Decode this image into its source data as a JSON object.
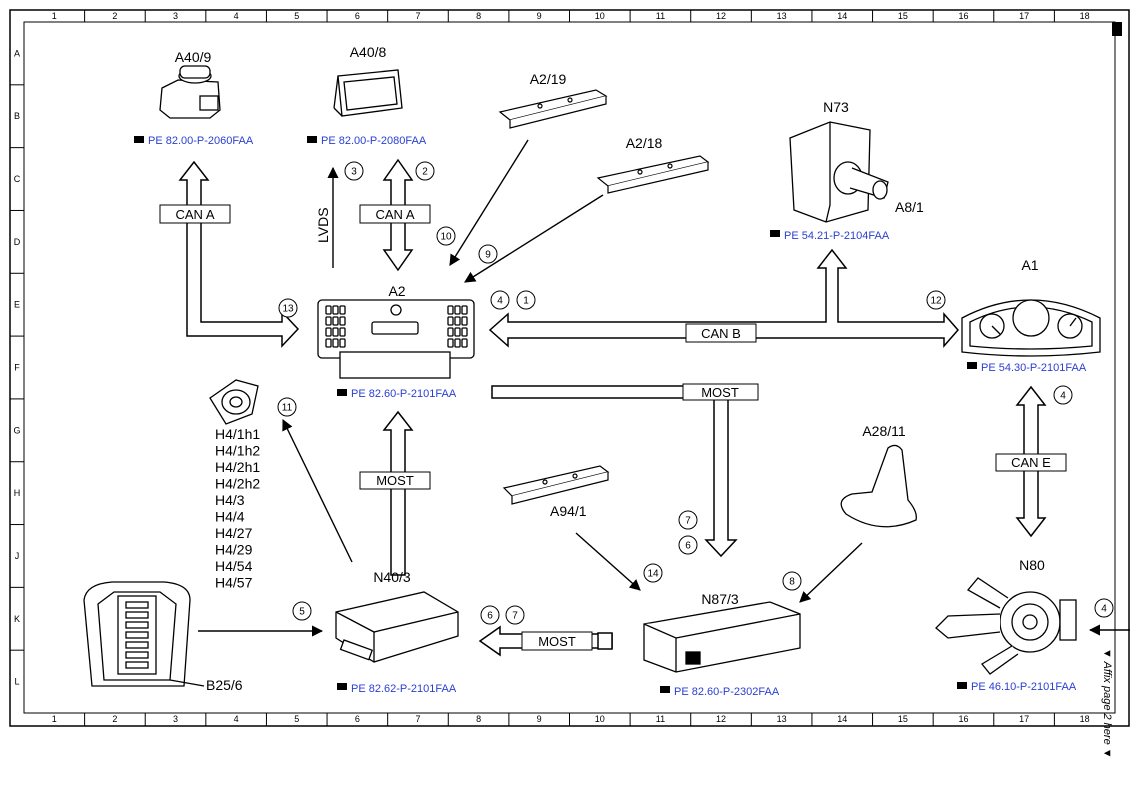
{
  "grid": {
    "cols": [
      "1",
      "2",
      "3",
      "4",
      "5",
      "6",
      "7",
      "8",
      "9",
      "10",
      "11",
      "12",
      "13",
      "14",
      "15",
      "16",
      "17",
      "18"
    ],
    "rows": [
      "A",
      "B",
      "C",
      "D",
      "E",
      "F",
      "G",
      "H",
      "J",
      "K",
      "L"
    ]
  },
  "components": {
    "a40_9": {
      "label": "A40/9",
      "ref": "PE 82.00-P-2060FAA"
    },
    "a40_8": {
      "label": "A40/8",
      "ref": "PE 82.00-P-2080FAA"
    },
    "a2_19": {
      "label": "A2/19"
    },
    "a2_18": {
      "label": "A2/18"
    },
    "n73": {
      "label": "N73",
      "sub": "A8/1",
      "ref": "PE 54.21-P-2104FAA"
    },
    "a2": {
      "label": "A2",
      "ref": "PE 82.60-P-2101FAA"
    },
    "a1": {
      "label": "A1",
      "ref": "PE 54.30-P-2101FAA"
    },
    "h4": {
      "labels": [
        "H4/1h1",
        "H4/1h2",
        "H4/2h1",
        "H4/2h2",
        "H4/3",
        "H4/4",
        "H4/27",
        "H4/29",
        "H4/54",
        "H4/57"
      ]
    },
    "a28_11": {
      "label": "A28/11"
    },
    "a94_1": {
      "label": "A94/1"
    },
    "n40_3": {
      "label": "N40/3",
      "ref": "PE 82.62-P-2101FAA"
    },
    "n87_3": {
      "label": "N87/3",
      "ref": "PE 82.60-P-2302FAA"
    },
    "b25_6": {
      "label": "B25/6"
    },
    "n80": {
      "label": "N80",
      "ref": "PE 46.10-P-2101FAA"
    }
  },
  "buses": {
    "can_a_left": "CAN A",
    "can_a_mid": "CAN A",
    "lvds": "LVDS",
    "can_b": "CAN B",
    "most_top": "MOST",
    "most_mid": "MOST",
    "most_bottom": "MOST",
    "can_e": "CAN E"
  },
  "callouts": {
    "c1": "1",
    "c2": "2",
    "c3": "3",
    "c4a": "4",
    "c4b": "4",
    "c4c": "4",
    "c5": "5",
    "c6a": "6",
    "c6b": "6",
    "c7a": "7",
    "c7b": "7",
    "c8": "8",
    "c9": "9",
    "c10": "10",
    "c11": "11",
    "c12": "12",
    "c13": "13",
    "c14": "14"
  },
  "side_note": "▼ Affix page 2 here ▼",
  "colors": {
    "ink": "#000000",
    "ref_link": "#2a3fd0",
    "background": "#ffffff"
  }
}
